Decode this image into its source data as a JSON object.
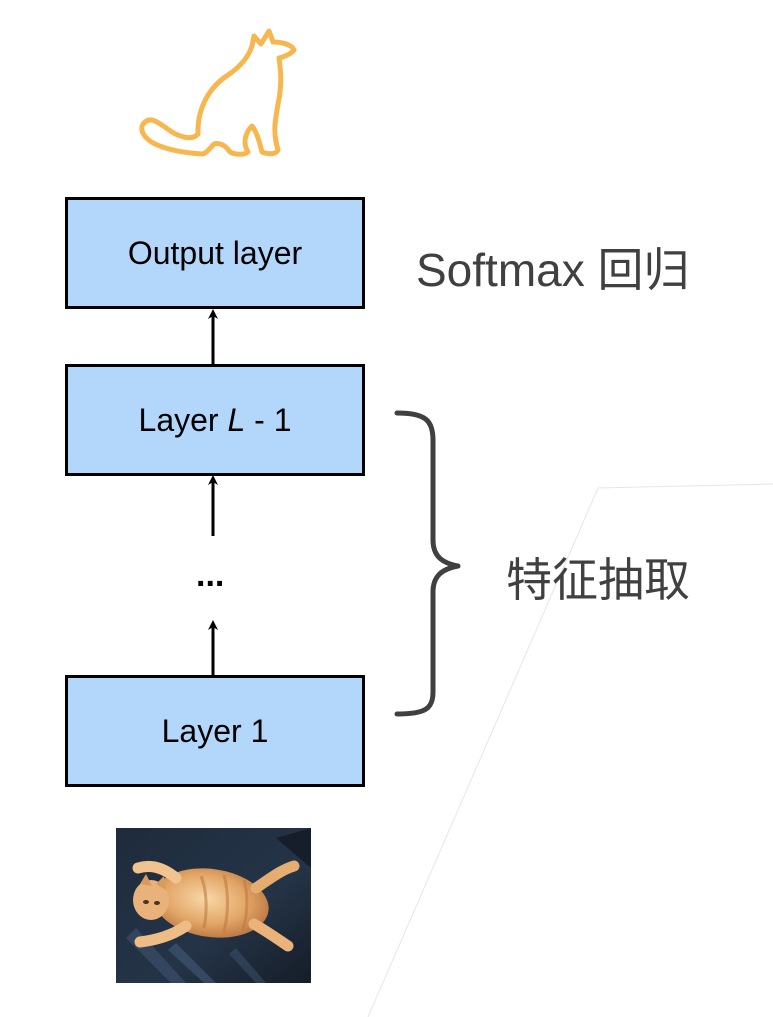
{
  "diagram": {
    "layers": {
      "output": "Output layer",
      "l_minus_1_prefix": "Layer ",
      "l_minus_1_var": "L",
      "l_minus_1_suffix": " - 1",
      "layer1": "Layer 1"
    },
    "ellipsis": "...",
    "labels": {
      "softmax": "Softmax 回归",
      "features": "特征抽取"
    },
    "icons": {
      "top": "cat-outline-icon",
      "bottom": "cat-photo"
    },
    "colors": {
      "box_fill": "#b3d7fa",
      "box_border": "#000000",
      "label_text": "#404040",
      "cat_outline": "#f8b64f",
      "brace": "#404040"
    }
  }
}
